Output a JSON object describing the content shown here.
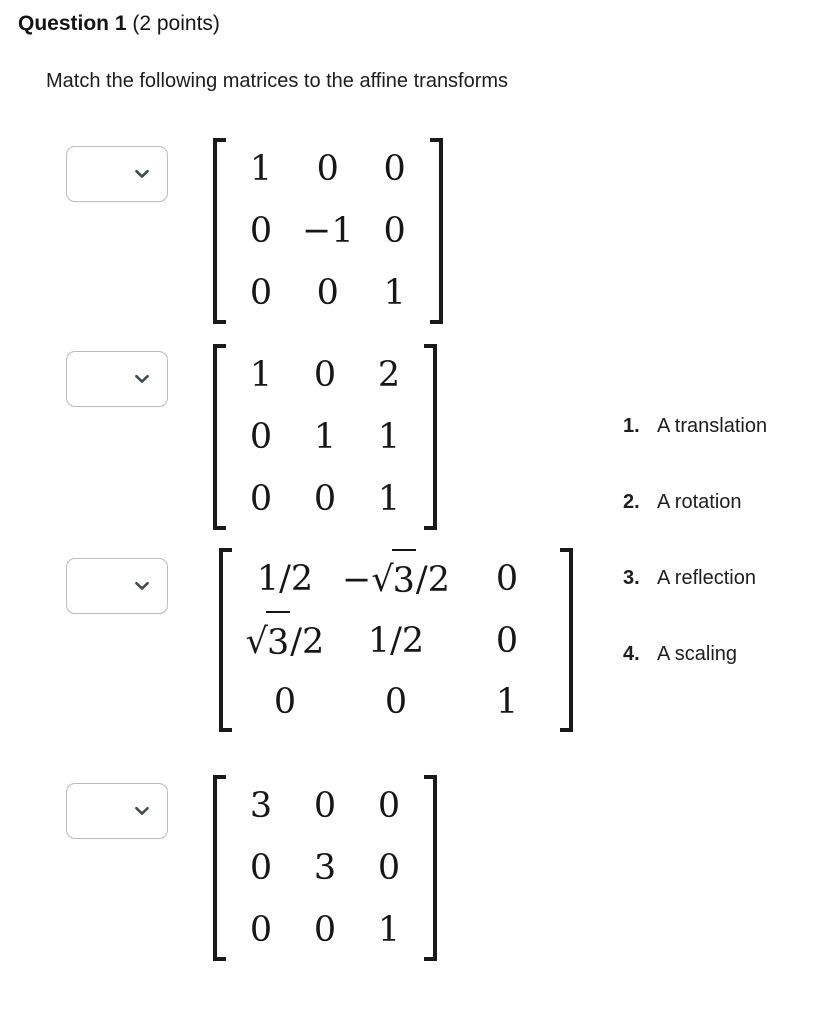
{
  "header": {
    "title": "Question 1",
    "points": "(2 points)"
  },
  "prompt": "Match the following matrices to the affine transforms",
  "dropdown": {
    "value": "",
    "icon": "chevron-down-icon"
  },
  "matrices": [
    {
      "id": "matrix-reflection",
      "style": "narrow",
      "rows": [
        [
          "1",
          "0",
          "0"
        ],
        [
          "0",
          "−1",
          "0"
        ],
        [
          "0",
          "0",
          "1"
        ]
      ]
    },
    {
      "id": "matrix-translation",
      "style": "narrow",
      "rows": [
        [
          "1",
          "0",
          "2"
        ],
        [
          "0",
          "1",
          "1"
        ],
        [
          "0",
          "0",
          "1"
        ]
      ]
    },
    {
      "id": "matrix-rotation",
      "style": "wide",
      "rows": [
        [
          "1/2",
          "RAD_NEG_SQRT3_OVER_2",
          "0"
        ],
        [
          "RAD_SQRT3_OVER_2",
          "1/2",
          "0"
        ],
        [
          "0",
          "0",
          "1"
        ]
      ]
    },
    {
      "id": "matrix-scaling",
      "style": "narrow",
      "rows": [
        [
          "3",
          "0",
          "0"
        ],
        [
          "0",
          "3",
          "0"
        ],
        [
          "0",
          "0",
          "1"
        ]
      ]
    }
  ],
  "options": [
    {
      "number": "1.",
      "label": "A translation"
    },
    {
      "number": "2.",
      "label": "A rotation"
    },
    {
      "number": "3.",
      "label": "A reflection"
    },
    {
      "number": "4.",
      "label": "A scaling"
    }
  ],
  "colors": {
    "text": "#1a1a1a",
    "border": "#b9bdc0",
    "background": "#ffffff",
    "chevron": "#434b4f"
  }
}
